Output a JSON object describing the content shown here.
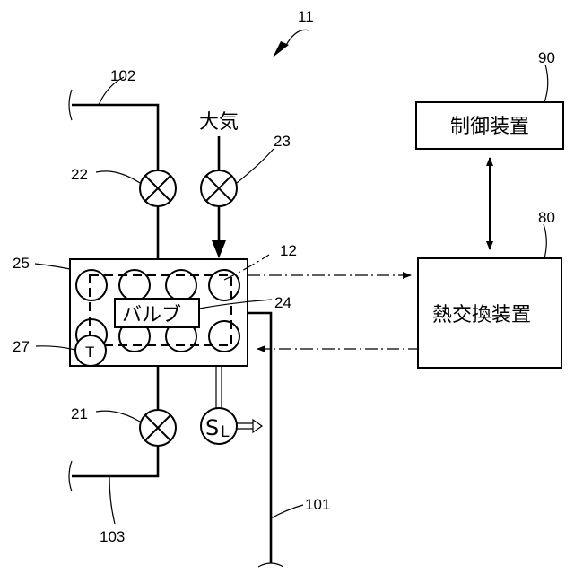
{
  "figure": {
    "system_ref": "11",
    "control_device": {
      "ref": "90",
      "text": "制御装置"
    },
    "heat_exchanger": {
      "ref": "80",
      "text": "熱交換装置"
    },
    "chamber": {
      "ref": "25"
    },
    "bulb_group": {
      "ref": "12",
      "text": "バルブ"
    },
    "bulb_ref": "24",
    "temp_sensor": {
      "ref": "27",
      "text": "T"
    },
    "sensor_sl": {
      "text_s": "S",
      "text_l": "L"
    },
    "atmosphere": {
      "text": "大気"
    },
    "valves": [
      {
        "ref": "22"
      },
      {
        "ref": "23"
      },
      {
        "ref": "21"
      }
    ],
    "pipes": [
      {
        "ref": "102"
      },
      {
        "ref": "103"
      },
      {
        "ref": "101"
      }
    ]
  }
}
